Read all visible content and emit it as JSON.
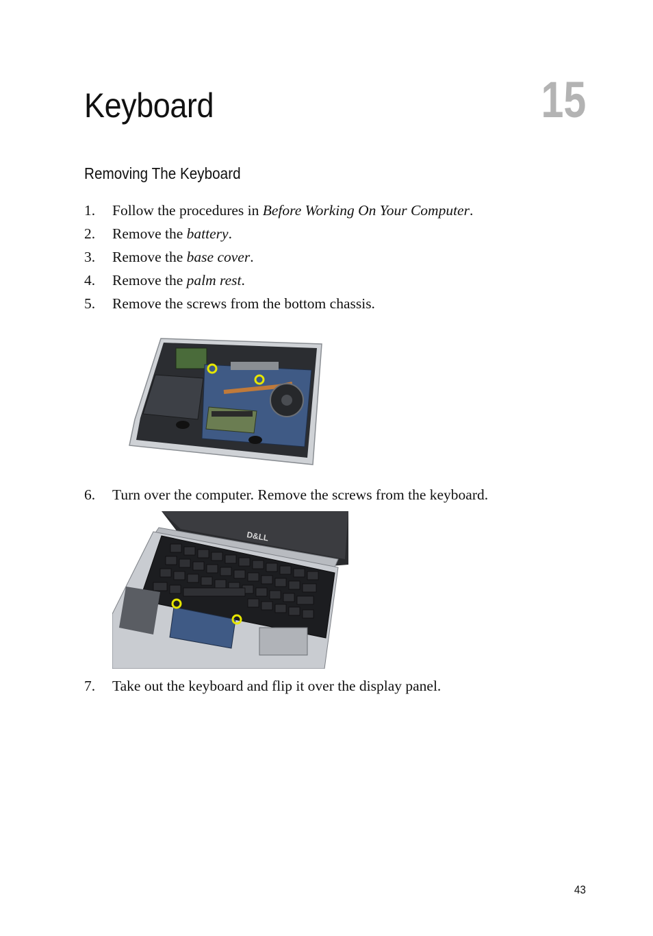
{
  "chapter": {
    "title": "Keyboard",
    "number": "15"
  },
  "section": {
    "heading": "Removing The Keyboard"
  },
  "steps": [
    {
      "num": "1.",
      "pre": "Follow the procedures in ",
      "em": "Before Working On Your Computer",
      "post": "."
    },
    {
      "num": "2.",
      "pre": "Remove the ",
      "em": "battery",
      "post": "."
    },
    {
      "num": "3.",
      "pre": "Remove the ",
      "em": "base cover",
      "post": "."
    },
    {
      "num": "4.",
      "pre": "Remove the ",
      "em": "palm rest",
      "post": "."
    },
    {
      "num": "5.",
      "pre": "Remove the screws from the bottom chassis.",
      "em": "",
      "post": ""
    },
    {
      "num": "6.",
      "pre": "Turn over the computer. Remove the screws from the keyboard.",
      "em": "",
      "post": ""
    },
    {
      "num": "7.",
      "pre": "Take out the keyboard and flip it over the display panel.",
      "em": "",
      "post": ""
    }
  ],
  "photo_logo": "D&LL",
  "page_number": "43",
  "colors": {
    "screw_marker": "#e6e600",
    "chapter_number": "#b3b3b3"
  }
}
